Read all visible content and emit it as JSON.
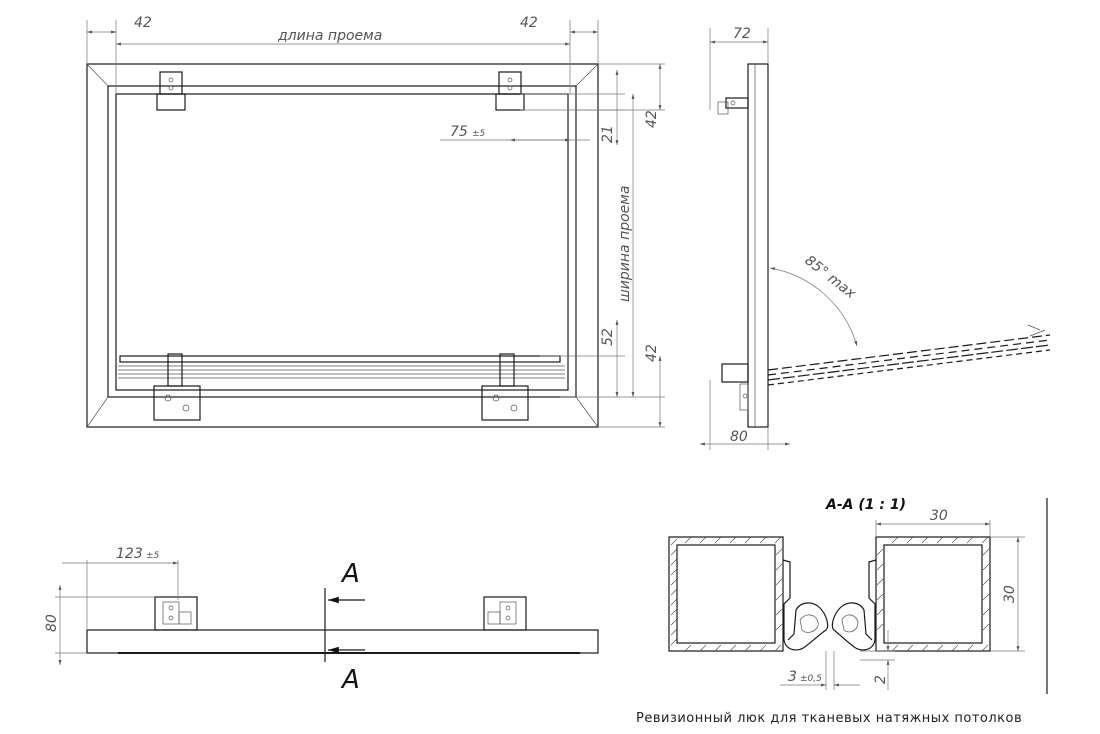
{
  "front_view": {
    "dim_left": "42",
    "dim_right": "42",
    "length_label": "длина проема",
    "dim_offset": "75",
    "dim_offset_tol": "±5",
    "dim_top_21": "21",
    "dim_top_42": "42",
    "width_label": "ширина проема",
    "dim_bottom_52": "52",
    "dim_bottom_42": "42"
  },
  "side_view": {
    "dim_top": "72",
    "angle_label": "85° max",
    "dim_bottom": "80"
  },
  "bottom_view": {
    "dim_offset": "123",
    "dim_offset_tol": "±5",
    "dim_height": "80",
    "section_mark_top": "A",
    "section_mark_bottom": "A"
  },
  "section": {
    "title": "A-A (1 : 1)",
    "dim_width": "30",
    "dim_height": "30",
    "dim_gap": "3",
    "dim_gap_tol": "±0,5",
    "dim_small": "2"
  },
  "caption": "Ревизионный люк для тканевых натяжных потолков"
}
